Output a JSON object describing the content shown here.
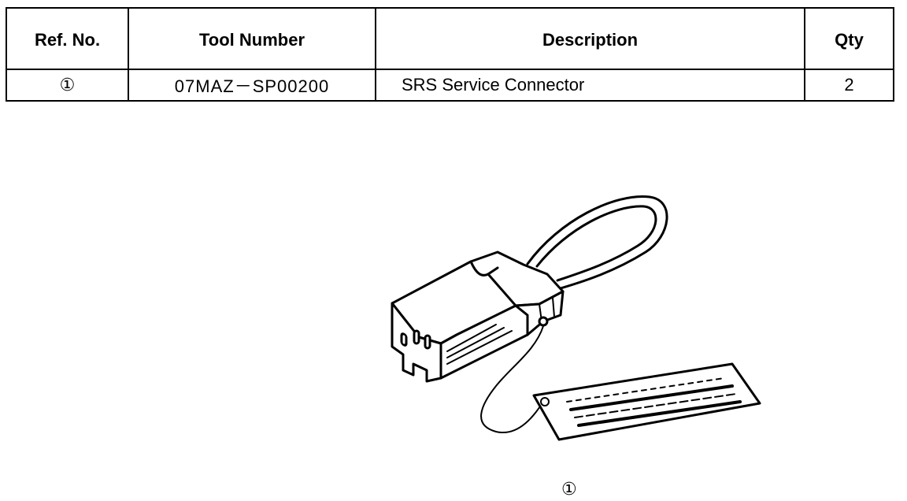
{
  "table": {
    "headers": {
      "ref": "Ref. No.",
      "tool": "Tool Number",
      "desc": "Description",
      "qty": "Qty"
    },
    "rows": [
      {
        "ref": "①",
        "tool": "07MAZ－SP00200",
        "desc": "SRS Service Connector",
        "qty": "2"
      }
    ]
  },
  "figure": {
    "callout": "①",
    "icon": "srs-service-connector-illustration"
  }
}
